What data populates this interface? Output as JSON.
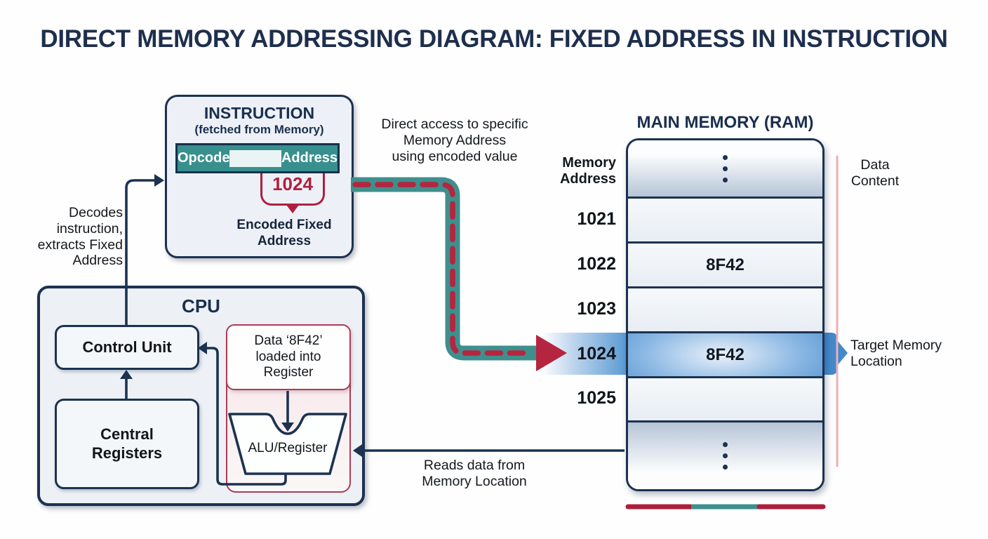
{
  "title": "DIRECT MEMORY ADDRESSING DIAGRAM: FIXED ADDRESS IN INSTRUCTION",
  "instruction": {
    "heading": "INSTRUCTION",
    "subheading": "(fetched from Memory)",
    "opcode_label": "Opcode",
    "address_label": "Address",
    "address_value": "1024",
    "callout": "Encoded Fixed\nAddress"
  },
  "flow_labels": {
    "decode": "Decodes\ninstruction,\nextracts Fixed\nAddress",
    "direct_access": "Direct access to specific\nMemory Address\nusing encoded value",
    "reads_data": "Reads data from\nMemory Location"
  },
  "cpu": {
    "heading": "CPU",
    "control_unit": "Control Unit",
    "central_registers": "Central\nRegisters",
    "data_loaded": "Data ‘8F42’\nloaded into\nRegister",
    "alu": "ALU/Register"
  },
  "memory": {
    "heading": "MAIN MEMORY (RAM)",
    "address_column_label": "Memory\nAddress",
    "data_content_label": "Data\nContent",
    "target_label": "Target Memory\nLocation",
    "rows": [
      {
        "address": "",
        "value": "",
        "type": "ellipsis"
      },
      {
        "address": "1021",
        "value": "",
        "type": "plain"
      },
      {
        "address": "1022",
        "value": "8F42",
        "type": "plain"
      },
      {
        "address": "1023",
        "value": "",
        "type": "plain"
      },
      {
        "address": "1024",
        "value": "8F42",
        "type": "highlight"
      },
      {
        "address": "1025",
        "value": "",
        "type": "plain"
      },
      {
        "address": "",
        "value": "",
        "type": "ellipsis"
      }
    ]
  },
  "colors": {
    "navy": "#1c3250",
    "teal": "#3f8f8d",
    "crimson": "#b01f3e",
    "highlight_blue": "#2f7cc3",
    "pink_line": "#efadb8"
  }
}
